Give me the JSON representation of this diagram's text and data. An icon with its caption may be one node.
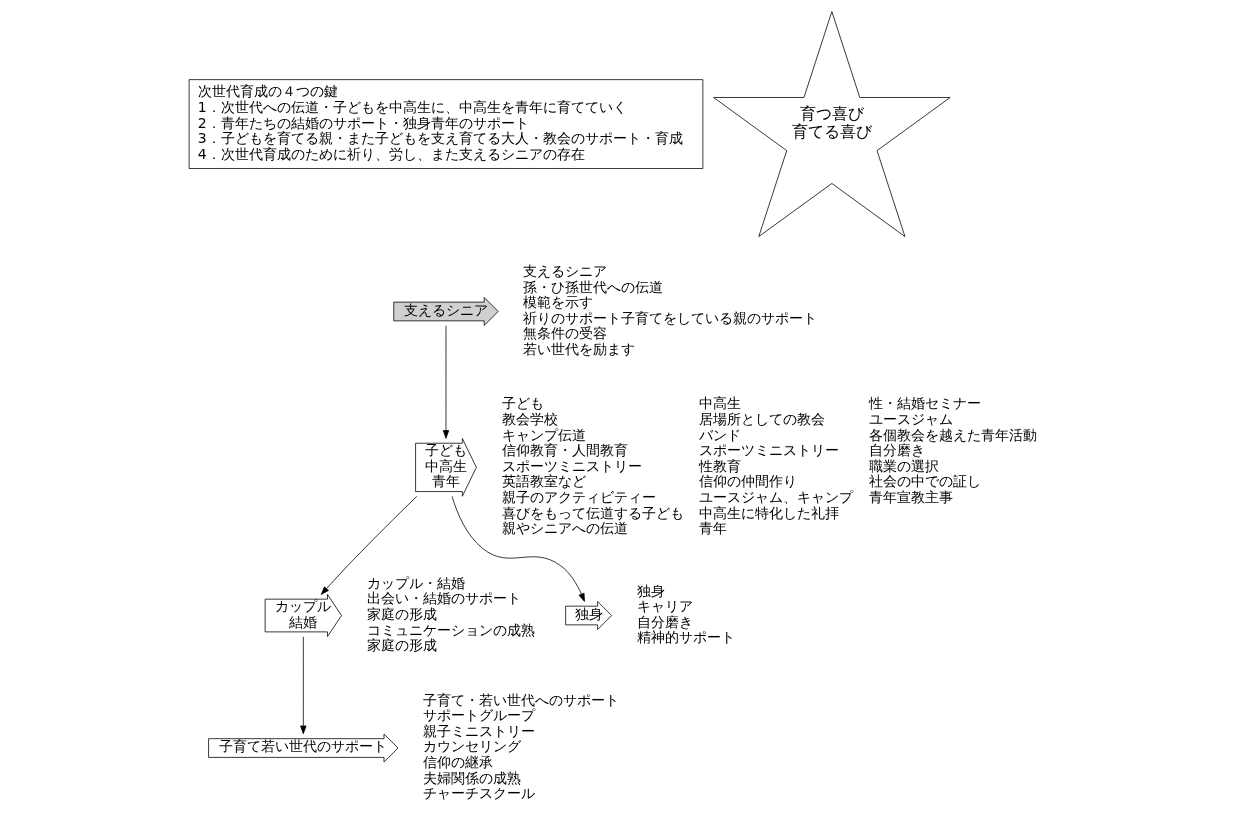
{
  "diagram": {
    "nodes": [
      {
        "text": [
          "次世代育成の４つの鍵",
          "1．次世代への伝道・子どもを中高生に、中高生を青年に育てていく",
          "2．青年たちの結婚のサポート・独身青年のサポート",
          "3．子どもを育てる親・また子どもを支え育てる大人・教会のサポート・育成",
          "4．次世代育成のために祈り、労し、また支えるシニアの存在"
        ]
      },
      {
        "text": [
          "育つ喜び育てる喜び"
        ]
      },
      {
        "text": [
          "子ども",
          "中高生",
          "青年"
        ],
        "beside": [
          "子ども",
          "教会学校",
          "キャンプ伝道",
          "信仰教育・人間教育",
          "スポーツミニストリー",
          "英語教室など",
          "親子のアクティビティー",
          "喜びをもって伝道する子ども",
          "親やシニアへの伝道",
          "中高生",
          "居場所としての教会",
          "バンド",
          "スポーツミニストリー",
          "性教育",
          "信仰の仲間作り",
          "ユースジャム、キャンプ",
          "中高生に特化した礼拝",
          "青年",
          "性・結婚セミナー",
          "ユースジャム",
          "各個教会を越えた青年活動",
          "自分磨き",
          "職業の選択",
          "社会の中での証し",
          "青年宣教主事"
        ]
      },
      {
        "text": [
          "カップル",
          "結婚"
        ],
        "beside": [
          "カップル・結婚",
          "出会い・結婚のサポート",
          "家庭の形成",
          "コミュニケーションの成熟",
          "家庭の形成"
        ]
      },
      {
        "text": [
          "独身"
        ],
        "beside": [
          "独身",
          "キャリア",
          "自分磨き",
          "精神的サポート"
        ]
      },
      {
        "text": [
          "子育て若い世代のサポート"
        ],
        "beside": [
          "子育て・若い世代へのサポート",
          "サポートグループ",
          "親子ミニストリー",
          "カウンセリング",
          "信仰の継承",
          "夫婦関係の成熟",
          "チャーチスクール"
        ]
      },
      {
        "text": [
          "支えるシニア"
        ],
        "beside": [
          "支えるシニア",
          "孫・ひ孫世代への伝道",
          "模範を示す",
          "祈りのサポート子育てをしている親のサポート",
          "無条件の受容",
          "若い世代を励ます"
        ]
      }
    ],
    "edges": [
      {
        "from": 2,
        "to": 3,
        "arrow": "to"
      },
      {
        "from": 2,
        "to": 4,
        "arrow": "to"
      },
      {
        "from": 3,
        "to": 5,
        "arrow": "to"
      },
      {
        "from": 6,
        "to": 2,
        "arrow": "to"
      }
    ]
  }
}
